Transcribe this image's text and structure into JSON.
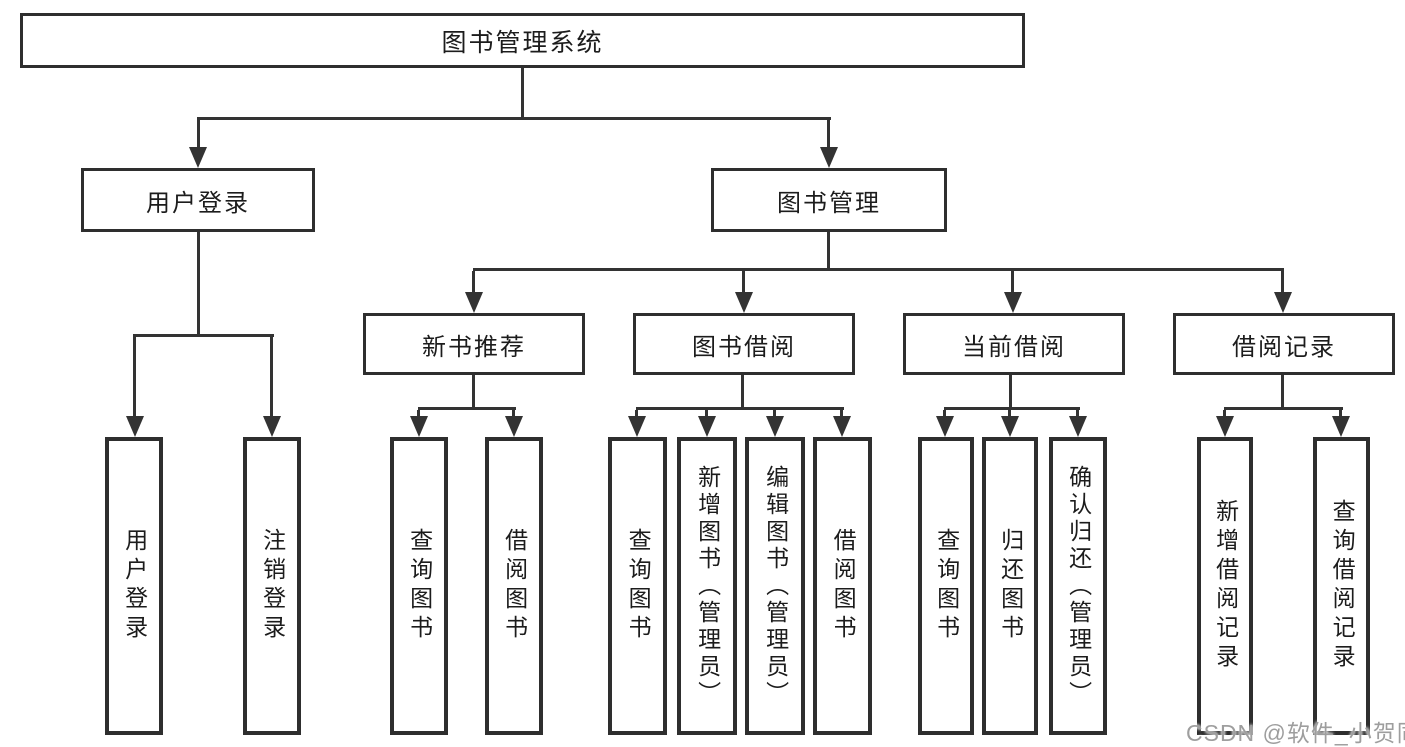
{
  "diagram": {
    "type": "tree-diagram",
    "title": "图书管理系统",
    "branches": [
      {
        "label": "用户登录",
        "children": [
          {
            "label": "用户登录"
          },
          {
            "label": "注销登录"
          }
        ]
      },
      {
        "label": "图书管理",
        "children": [
          {
            "label": "新书推荐",
            "children": [
              {
                "label": "查询图书"
              },
              {
                "label": "借阅图书"
              }
            ]
          },
          {
            "label": "图书借阅",
            "children": [
              {
                "label": "查询图书"
              },
              {
                "label": "新增图书（管理员）"
              },
              {
                "label": "编辑图书（管理员）"
              },
              {
                "label": "借阅图书"
              }
            ]
          },
          {
            "label": "当前借阅",
            "children": [
              {
                "label": "查询图书"
              },
              {
                "label": "归还图书"
              },
              {
                "label": "确认归还（管理员）"
              }
            ]
          },
          {
            "label": "借阅记录",
            "children": [
              {
                "label": "新增借阅记录"
              },
              {
                "label": "查询借阅记录"
              }
            ]
          }
        ]
      }
    ]
  },
  "watermark": {
    "text": "CSDN @软件_小贺同学"
  },
  "colors": {
    "background": "#ffffff",
    "line": "#333333",
    "box_border": "#2e2e2e",
    "text": "#1c1c1c",
    "watermark_text": "#9e9e9e"
  }
}
